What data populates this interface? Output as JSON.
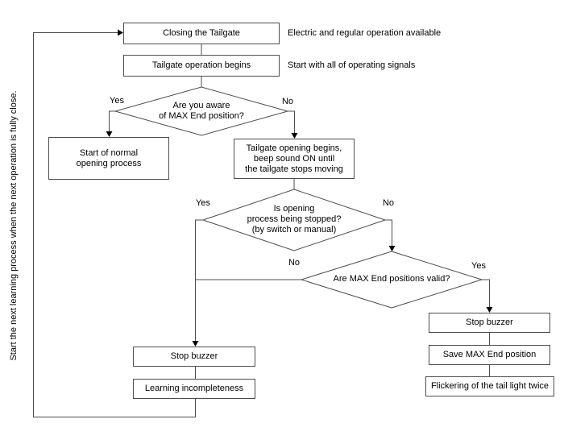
{
  "diagram_title": "Closing the Tailgate flowchart",
  "colors": {
    "background": "#ffffff",
    "line": "#4d4d4d",
    "box_border": "#4d4d4d",
    "arrowhead": "#000000",
    "text": "#000000"
  },
  "nodes": {
    "closing_tailgate": {
      "label": "Closing the Tailgate"
    },
    "operation_begins": {
      "label": "Tailgate operation begins"
    },
    "decision_aware": {
      "label": "Are you aware\nof MAX End position?"
    },
    "start_normal": {
      "label": "Start of normal\nopening process"
    },
    "opening_begins": {
      "label": "Tailgate opening begins,\nbeep sound ON until\nthe tailgate stops moving"
    },
    "decision_stopped": {
      "label": "Is opening\nprocess being stopped?\n(by switch or manual)"
    },
    "decision_valid": {
      "label": "Are MAX End positions valid?"
    },
    "stop_buzzer_left": {
      "label": "Stop buzzer"
    },
    "learning_incompleteness": {
      "label": "Learning incompleteness"
    },
    "stop_buzzer_right": {
      "label": "Stop buzzer"
    },
    "save_max_end": {
      "label": "Save MAX End position"
    },
    "flickering_tail_light": {
      "label": "Flickering of the tail light twice"
    }
  },
  "branch_labels": {
    "aware_yes": "Yes",
    "aware_no": "No",
    "stopped_yes": "Yes",
    "stopped_no": "No",
    "valid_no": "No",
    "valid_yes": "Yes"
  },
  "annotations": {
    "closing_note": "Electric and regular operation available",
    "operation_note": "Start with all of operating signals",
    "loop_note": "Start the next learning process when the next operation is fully close."
  }
}
